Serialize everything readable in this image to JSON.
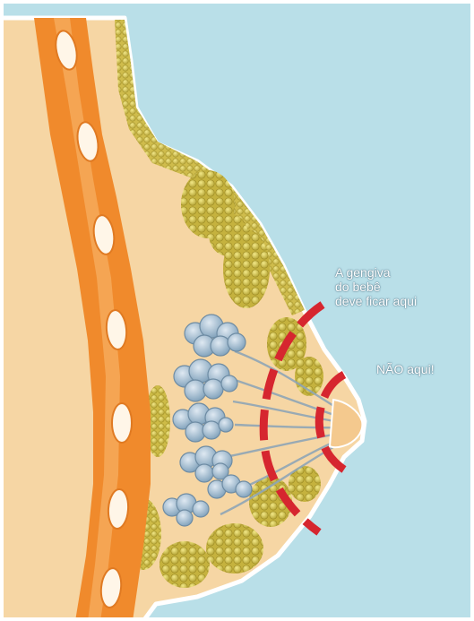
{
  "labels": {
    "correct_position": "A gengiva\ndo bebê\ndeve ficar aqui",
    "wrong_position": "NÃO aqui!"
  },
  "colors": {
    "background": "#b9dfe8",
    "skin_tissue": "#f6d6a4",
    "outline": "#ffffff",
    "muscle": "#f08a2c",
    "fat_lobules": "#d8c54a",
    "milk_glands": "#8fb0c6",
    "gum_marks": "#d6262f"
  },
  "icons": [
    "breast-anatomy-illustration"
  ]
}
